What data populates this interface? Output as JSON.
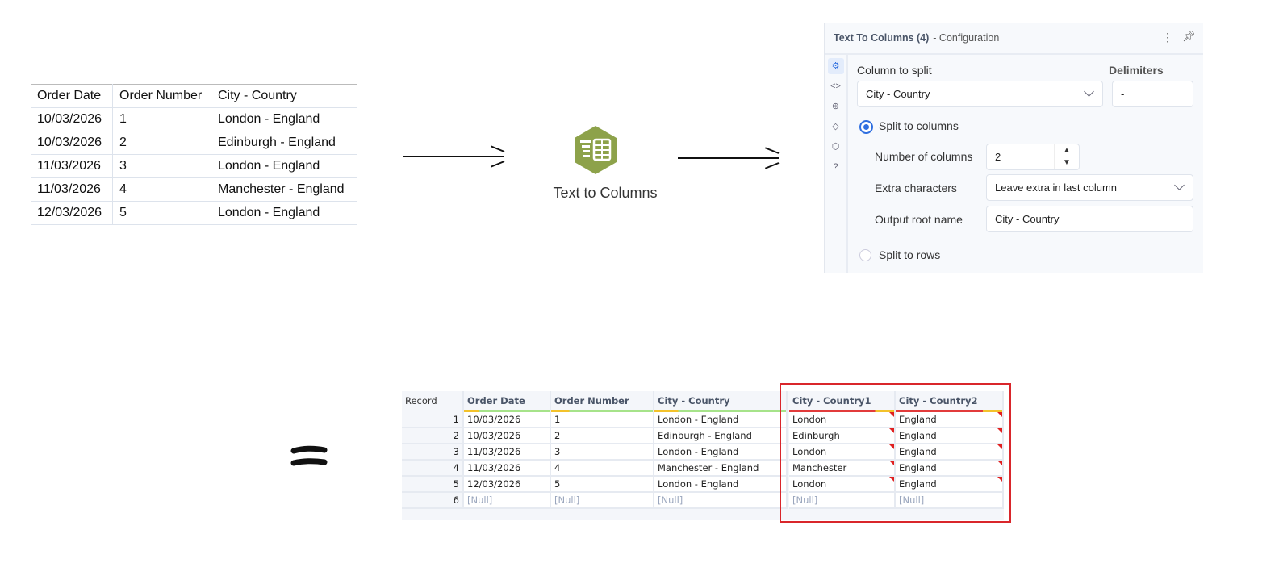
{
  "input_table": {
    "headers": [
      "Order Date",
      "Order Number",
      "City - Country"
    ],
    "rows": [
      [
        "10/03/2026",
        "1",
        "London - England"
      ],
      [
        "10/03/2026",
        "2",
        "Edinburgh - England"
      ],
      [
        "11/03/2026",
        "3",
        "London - England"
      ],
      [
        "11/03/2026",
        "4",
        "Manchester - England"
      ],
      [
        "12/03/2026",
        "5",
        "London - England"
      ]
    ]
  },
  "tool": {
    "label": "Text to Columns",
    "color": "#8da24a"
  },
  "config": {
    "title": "Text To Columns (4)",
    "subtitle": "- Configuration",
    "column_to_split_label": "Column to split",
    "column_to_split_value": "City - Country",
    "delimiters_label": "Delimiters",
    "delimiters_value": "-",
    "split_columns_label": "Split to columns",
    "num_columns_label": "Number of columns",
    "num_columns_value": "2",
    "extra_chars_label": "Extra characters",
    "extra_chars_value": "Leave extra in last column",
    "output_root_label": "Output root name",
    "output_root_value": "City - Country",
    "split_rows_label": "Split to rows"
  },
  "result": {
    "headers": [
      "Record",
      "Order Date",
      "Order Number",
      "City - Country",
      "City - Country1",
      "City - Country2"
    ],
    "rows": [
      [
        "1",
        "10/03/2026",
        "1",
        "London - England",
        "London",
        "England"
      ],
      [
        "2",
        "10/03/2026",
        "2",
        "Edinburgh - England",
        "Edinburgh",
        "England"
      ],
      [
        "3",
        "11/03/2026",
        "3",
        "London - England",
        "London",
        "England"
      ],
      [
        "4",
        "11/03/2026",
        "4",
        "Manchester - England",
        "Manchester",
        "England"
      ],
      [
        "5",
        "12/03/2026",
        "5",
        "London - England",
        "London",
        "England"
      ],
      [
        "6",
        "[Null]",
        "[Null]",
        "[Null]",
        "[Null]",
        "[Null]"
      ]
    ]
  }
}
